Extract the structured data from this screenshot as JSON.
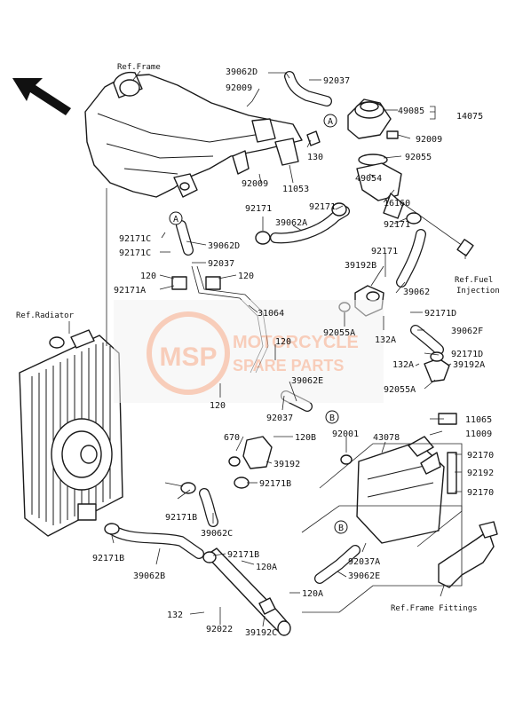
{
  "ref_labels": {
    "frame": "Ref.Frame",
    "radiator": "Ref.Radiator",
    "fuel_1": "Ref.Fuel",
    "fuel_2": "Injection",
    "frame_fittings": "Ref.Frame Fittings"
  },
  "watermark": {
    "logo": "MSP",
    "line1": "MOTORCYCLE",
    "line2": "SPARE PARTS",
    "color": "#f4a582"
  },
  "callouts": {
    "a": "A",
    "b": "B"
  },
  "parts": {
    "p_39062D_top": "39062D",
    "p_92037_top": "92037",
    "p_92009_a": "92009",
    "p_49085": "49085",
    "p_14075": "14075",
    "p_92009_b": "92009",
    "p_130": "130",
    "p_92055": "92055",
    "p_49054": "49054",
    "p_92009_c": "92009",
    "p_11053": "11053",
    "p_16160": "16160",
    "p_92171_a": "92171",
    "p_92171_b": "92171",
    "p_92171_c": "92171",
    "p_39062A": "39062A",
    "p_92171C_a": "92171C",
    "p_39062D_mid": "39062D",
    "p_92171C_b": "92171C",
    "p_92037_mid": "92037",
    "p_120_a": "120",
    "p_120_b": "120",
    "p_92171A": "92171A",
    "p_92171_d": "92171",
    "p_39192B": "39192B",
    "p_39062": "39062",
    "p_31064": "31064",
    "p_92171D_a": "92171D",
    "p_92055A_a": "92055A",
    "p_132A_a": "132A",
    "p_39062F": "39062F",
    "p_120_c": "120",
    "p_92171D_b": "92171D",
    "p_132A_b": "132A",
    "p_39192A": "39192A",
    "p_39062E_mid": "39062E",
    "p_92055A_b": "92055A",
    "p_120_d": "120",
    "p_92037_low": "92037",
    "p_11065": "11065",
    "p_670": "670",
    "p_120B": "120B",
    "p_92001": "92001",
    "p_43078": "43078",
    "p_11009": "11009",
    "p_39192": "39192",
    "p_92170_a": "92170",
    "p_92192": "92192",
    "p_92171B_a": "92171B",
    "p_92170_b": "92170",
    "p_92171B_b": "92171B",
    "p_39062C": "39062C",
    "p_92171B_c": "92171B",
    "p_92171B_d": "92171B",
    "p_92037A": "92037A",
    "p_39062B": "39062B",
    "p_120A_a": "120A",
    "p_39062E_low": "39062E",
    "p_120A_b": "120A",
    "p_132": "132",
    "p_92022": "92022",
    "p_39192C": "39192C"
  }
}
